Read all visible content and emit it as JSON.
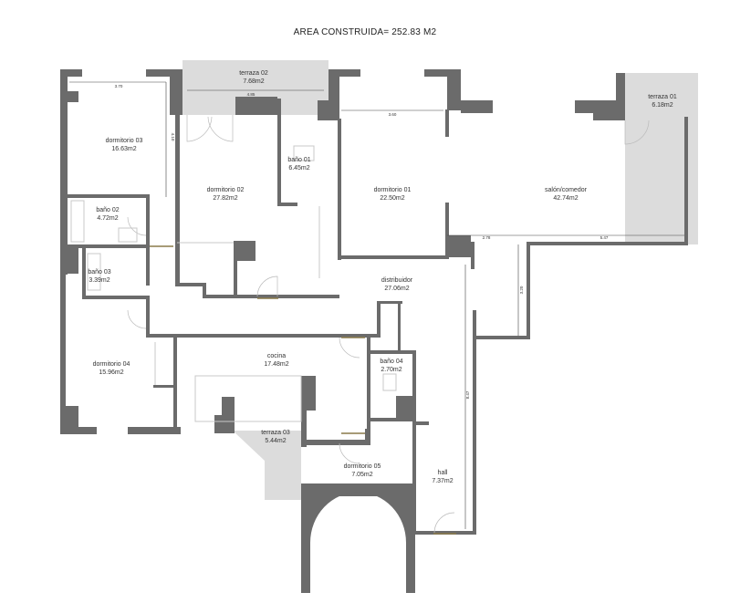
{
  "title": "AREA CONSTRUIDA= 252.83 M2",
  "rooms": [
    {
      "name": "dormitorio 03",
      "area": "16.63m2"
    },
    {
      "name": "terraza 02",
      "area": "7.68m2"
    },
    {
      "name": "dormitorio 02",
      "area": "27.82m2"
    },
    {
      "name": "baño 01",
      "area": "6.45m2"
    },
    {
      "name": "dormitorio 01",
      "area": "22.50m2"
    },
    {
      "name": "salón/comedor",
      "area": "42.74m2"
    },
    {
      "name": "terraza 01",
      "area": "6.18m2"
    },
    {
      "name": "baño 02",
      "area": "4.72m2"
    },
    {
      "name": "baño 03",
      "area": "3.39m2"
    },
    {
      "name": "distribuidor",
      "area": "27.06m2"
    },
    {
      "name": "dormitorio 04",
      "area": "15.96m2"
    },
    {
      "name": "cocina",
      "area": "17.48m2"
    },
    {
      "name": "baño 04",
      "area": "2.70m2"
    },
    {
      "name": "terraza 03",
      "area": "5.44m2"
    },
    {
      "name": "dormitorio 05",
      "area": "7.05m2"
    },
    {
      "name": "hall",
      "area": "7.37m2"
    }
  ],
  "dimensions": [
    "3.70",
    "4.10",
    "4.85",
    "3.60",
    "2.78",
    "5.47",
    "3.20",
    "8.47"
  ],
  "colors": {
    "wall": "#6b6b6b",
    "terrace": "#dcdcdc"
  }
}
